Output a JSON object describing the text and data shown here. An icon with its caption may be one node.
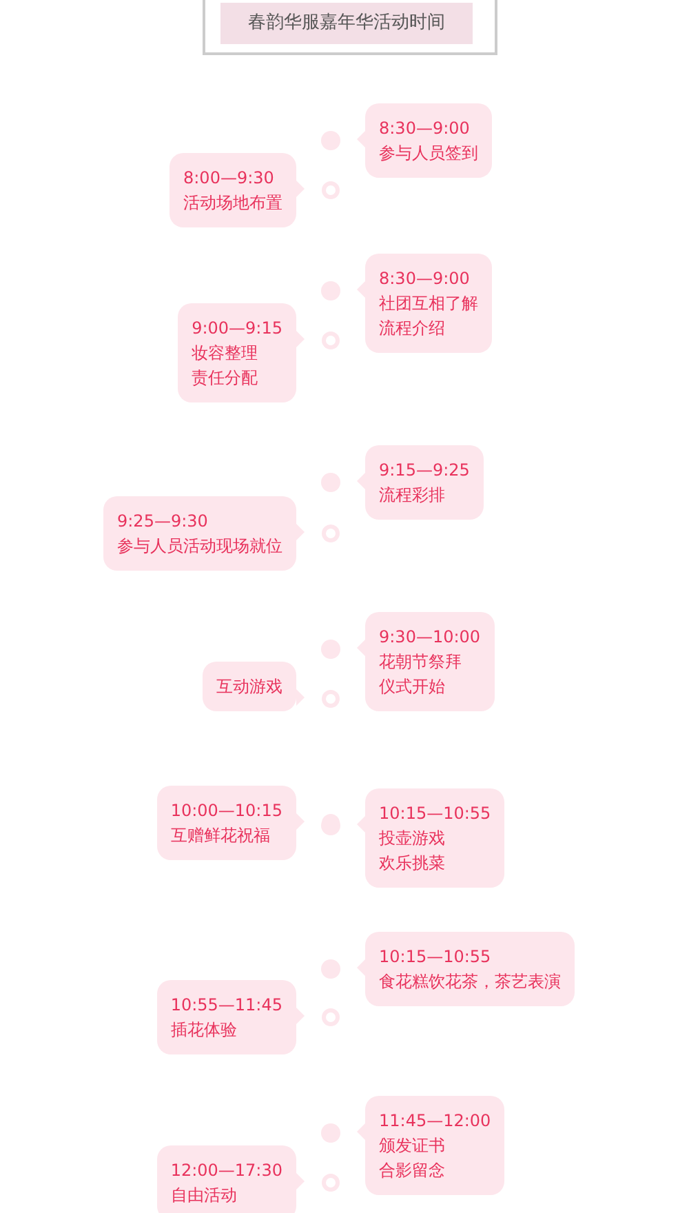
{
  "diagram": {
    "title": "春韵华服嘉年华活动时间",
    "nodes": [
      {
        "text": [
          "8:30—9:00",
          "参与人员签到"
        ]
      },
      {
        "text": [
          "8:00—9:30",
          "活动场地布置"
        ]
      },
      {
        "text": [
          "8:30—9:00",
          "社团互相了解",
          "流程介绍"
        ]
      },
      {
        "text": [
          "9:00—9:15",
          "妆容整理",
          "责任分配"
        ]
      },
      {
        "text": [
          "9:15—9:25",
          "流程彩排"
        ]
      },
      {
        "text": [
          "9:25—9:30",
          "参与人员活动现场就位"
        ]
      },
      {
        "text": [
          "9:30—10:00",
          "花朝节祭拜",
          "仪式开始"
        ]
      },
      {
        "text": [
          "互动游戏"
        ]
      },
      {
        "text": [
          "10:00—10:15",
          "互赠鲜花祝福"
        ]
      },
      {
        "text": [
          "10:15—10:55",
          "投壶游戏",
          "欢乐挑菜"
        ]
      },
      {
        "text": [
          "10:15—10:55",
          "食花糕饮花茶，茶艺表演"
        ]
      },
      {
        "text": [
          "10:55—11:45",
          "插花体验"
        ]
      },
      {
        "text": [
          "11:45—12:00",
          "颁发证书",
          "合影留念"
        ]
      },
      {
        "text": [
          "12:00—17:30",
          "自由活动"
        ]
      }
    ]
  }
}
